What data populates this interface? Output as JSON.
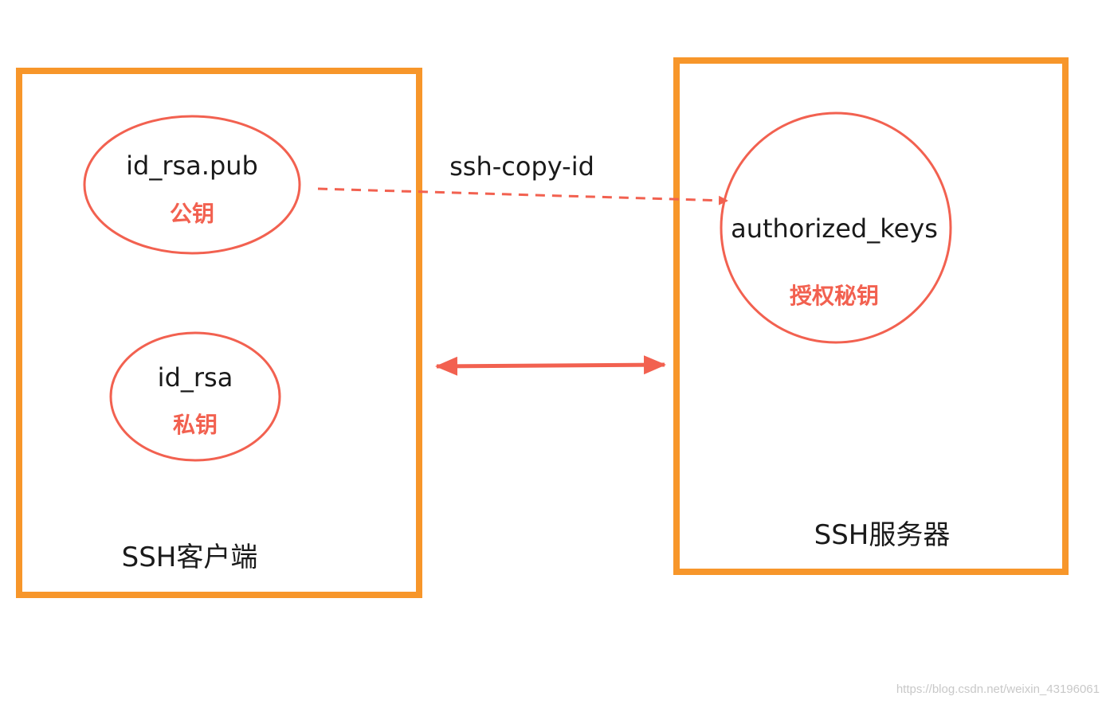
{
  "client": {
    "label": "SSH客户端",
    "public_key": {
      "name": "id_rsa.pub",
      "caption": "公钥"
    },
    "private_key": {
      "name": "id_rsa",
      "caption": "私钥"
    }
  },
  "server": {
    "label": "SSH服务器",
    "authorized": {
      "name": "authorized_keys",
      "caption": "授权秘钥"
    }
  },
  "copy_command": "ssh-copy-id",
  "watermark": "https://blog.csdn.net/weixin_43196061",
  "colors": {
    "box_border": "#f7962a",
    "accent": "#f26150",
    "text": "#1a1a1a"
  }
}
